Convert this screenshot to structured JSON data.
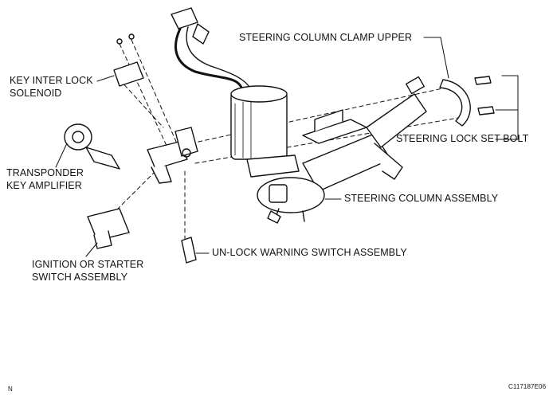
{
  "labels": {
    "clamp_upper": "STEERING COLUMN CLAMP UPPER",
    "key_interlock_1": "KEY INTER LOCK",
    "key_interlock_2": "SOLENOID",
    "lock_set_bolt": "STEERING LOCK SET BOLT",
    "transponder_1": "TRANSPONDER",
    "transponder_2": "KEY AMPLIFIER",
    "column_assembly": "STEERING COLUMN ASSEMBLY",
    "unlock_switch": "UN-LOCK WARNING SWITCH ASSEMBLY",
    "ignition_1": "IGNITION OR STARTER",
    "ignition_2": "SWITCH ASSEMBLY"
  },
  "footer": {
    "left_code": "N",
    "right_code": "C117187E06"
  }
}
